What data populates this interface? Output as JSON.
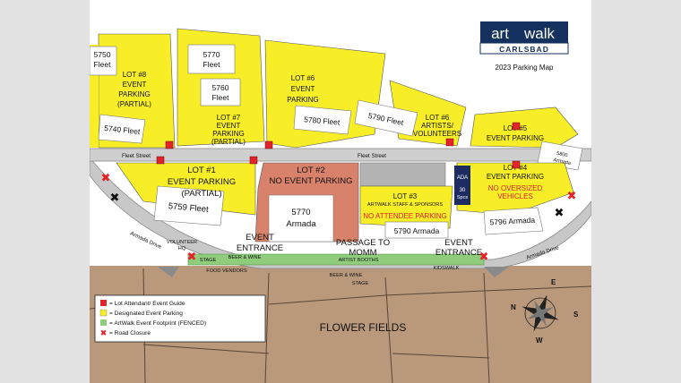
{
  "logo": {
    "art": "art",
    "walk": "walk",
    "carlsbad": "CARLSBAD"
  },
  "map_title": "2023 Parking Map",
  "lots": {
    "lot8": [
      "LOT #8",
      "EVENT",
      "PARKING",
      "(PARTIAL)"
    ],
    "lot7": [
      "LOT #7",
      "EVENT",
      "PARKING",
      "(PARTIAL)"
    ],
    "lot6": [
      "LOT #6",
      "EVENT",
      "PARKING"
    ],
    "lot6b": [
      "LOT #6",
      "ARTISTS/",
      "VOLUNTEERS"
    ],
    "lot5": [
      "LOT #5",
      "EVENT PARKING"
    ],
    "lot1": [
      "LOT #1",
      "EVENT PARKING",
      "(PARTIAL)"
    ],
    "lot2": [
      "LOT #2",
      "NO EVENT PARKING"
    ],
    "lot3": [
      "LOT #3",
      "ARTWALK STAFF & SPONSORS"
    ],
    "lot3_note": "NO ATTENDEE PARKING",
    "lot4": [
      "LOT #4",
      "EVENT PARKING"
    ],
    "lot4_note": [
      "NO OVERSIZED",
      "VEHICLES"
    ]
  },
  "buildings": {
    "b5750": [
      "5750",
      "Fleet"
    ],
    "b5770f": [
      "5770",
      "Fleet"
    ],
    "b5760": [
      "5760",
      "Fleet"
    ],
    "b5740": "5740 Fleet",
    "b5780": "5780 Fleet",
    "b5790f": "5790 Fleet",
    "b5800": [
      "5800",
      "Armada"
    ],
    "b5759": "5759 Fleet",
    "b5770a": [
      "5770",
      "Armada"
    ],
    "b5790a": "5790 Armada",
    "b5796": "5796 Armada"
  },
  "roads": {
    "fleet_left": "Fleet Street",
    "fleet_right": "Fleet Street",
    "armada_left": "Armada Drive",
    "armada_right": "Armada Drive"
  },
  "entrances": {
    "left": [
      "EVENT",
      "ENTRANCE"
    ],
    "right": [
      "EVENT",
      "ENTRANCE"
    ],
    "passage": [
      "PASSAGE TO",
      "MOMM"
    ]
  },
  "event_labels": {
    "volunteer": [
      "VOLUNTEER",
      "HQ"
    ],
    "stage_top": "STAGE",
    "beer_top": "BEER & WINE",
    "artist_booths": "ARTIST BOOTHS",
    "kidswalk": "KIDSWALK",
    "food_vendors": "FOOD VENDORS",
    "beer_bottom": "BEER & WINE",
    "stage_bottom": "STAGE"
  },
  "ada": {
    "text": "ADA",
    "spaces": [
      "30",
      "Spcs"
    ]
  },
  "flower_fields": "FLOWER FIELDS",
  "legend": [
    {
      "label": "= Lot Attendant/ Event Guide",
      "color": "#e4222a",
      "shape": "square"
    },
    {
      "label": "= Designated Event Parking",
      "color": "#f7ee28",
      "shape": "square"
    },
    {
      "label": "= ArtWalk Event Footprint (FENCED)",
      "color": "#8fcc7c",
      "shape": "square"
    },
    {
      "label": "= Road Closure",
      "color": "#e4222a",
      "shape": "x"
    }
  ],
  "compass": {
    "n": "N",
    "e": "E",
    "s": "S",
    "w": "W"
  },
  "colors": {
    "parking": "#f7ee28",
    "no_parking": "#d9826b",
    "footprint": "#8fcc7c",
    "flower_fields": "#b9987c",
    "attendant": "#e4222a",
    "ada": "#1d2b63",
    "logo_navy": "#14305e"
  }
}
